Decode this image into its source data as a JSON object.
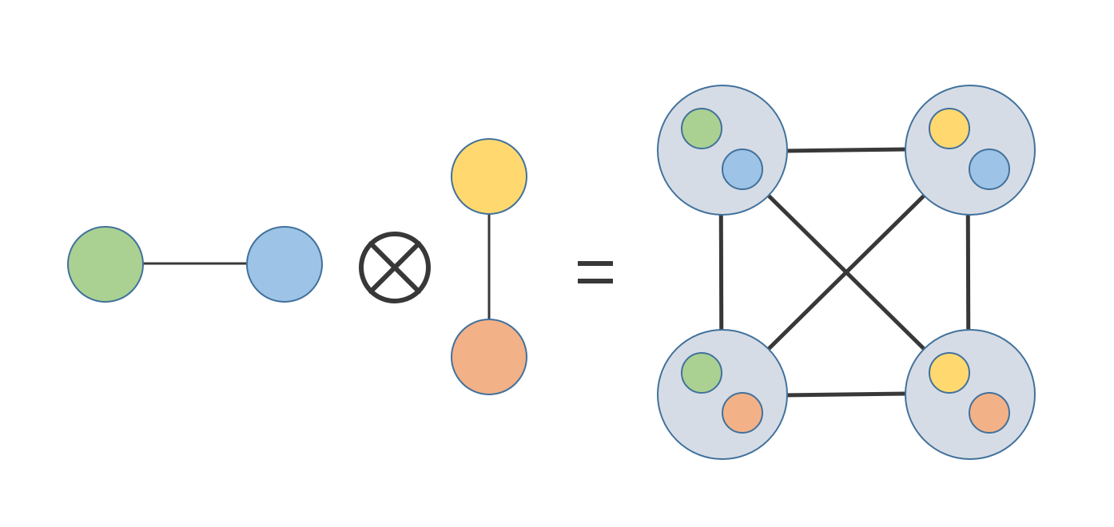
{
  "colors": {
    "background": "#ffffff",
    "node_green": "#aad191",
    "node_blue": "#9dc3e6",
    "node_yellow": "#ffd970",
    "node_orange": "#f3b187",
    "node_stroke": "#41719c",
    "super_node_fill": "#d6dce5",
    "edge": "#383838"
  },
  "operators": {
    "product": "otimes-operator",
    "equals": "equals-operator"
  },
  "graph_a": {
    "nodes": [
      "green",
      "blue"
    ],
    "edges": [
      [
        "green",
        "blue"
      ]
    ]
  },
  "graph_b": {
    "nodes": [
      "yellow",
      "orange"
    ],
    "edges": [
      [
        "yellow",
        "orange"
      ]
    ]
  },
  "product_graph": {
    "nodes": [
      {
        "id": "green-blue",
        "members": [
          "green",
          "blue"
        ]
      },
      {
        "id": "yellow-blue",
        "members": [
          "yellow",
          "blue"
        ]
      },
      {
        "id": "green-orange",
        "members": [
          "green",
          "orange"
        ]
      },
      {
        "id": "yellow-orange",
        "members": [
          "yellow",
          "orange"
        ]
      }
    ],
    "edges": [
      [
        "green-blue",
        "yellow-blue"
      ],
      [
        "green-blue",
        "green-orange"
      ],
      [
        "green-blue",
        "yellow-orange"
      ],
      [
        "yellow-blue",
        "green-orange"
      ],
      [
        "yellow-blue",
        "yellow-orange"
      ],
      [
        "green-orange",
        "yellow-orange"
      ]
    ]
  }
}
